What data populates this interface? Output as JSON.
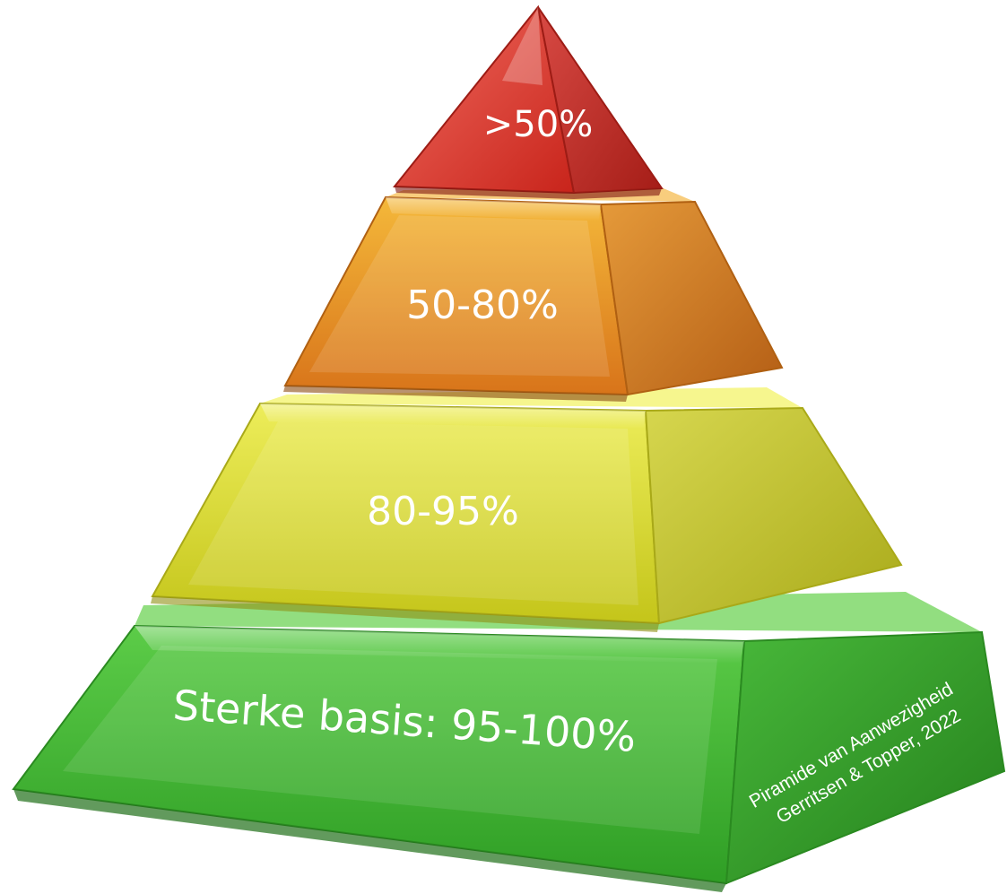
{
  "tiers": [
    {
      "key": "top",
      "label": ">50%",
      "color": "#e23a2e"
    },
    {
      "key": "upper",
      "label": "50-80%",
      "color": "#ea8f1e"
    },
    {
      "key": "middle",
      "label": "80-95%",
      "color": "#cfd21c"
    },
    {
      "key": "base",
      "label": "Sterke basis: 95-100%",
      "color": "#3fb52f"
    }
  ],
  "credit": {
    "line1": "Piramide van Aanwezigheid",
    "line2": "Gerritsen & Topper, 2022"
  }
}
